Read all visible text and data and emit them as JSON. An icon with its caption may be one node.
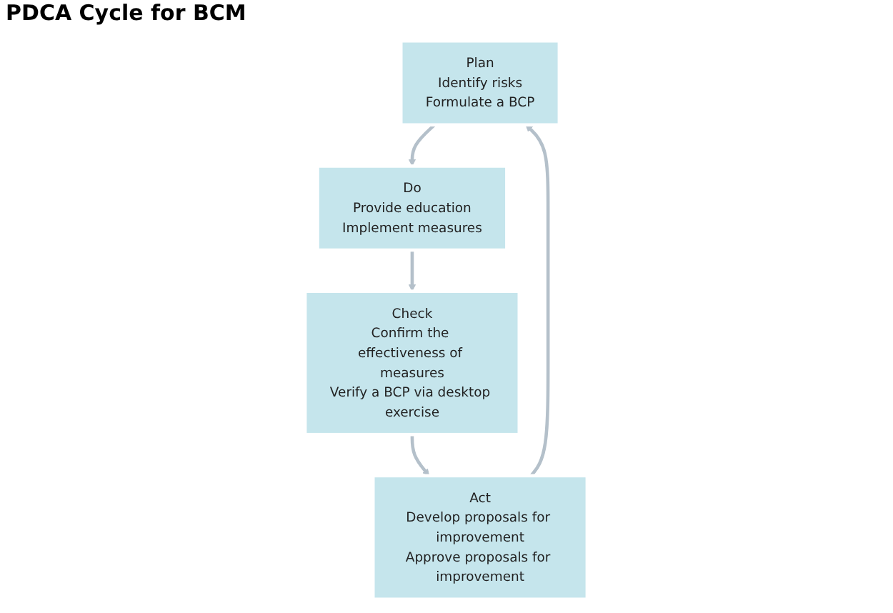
{
  "diagram": {
    "title": "PDCA Cycle for BCM",
    "nodes": [
      {
        "text": [
          "Plan",
          "Identify risks",
          "Formulate a BCP"
        ]
      },
      {
        "text": [
          "Act",
          "Develop proposals for improvement",
          "Approve proposals for improvement"
        ]
      },
      {
        "text": [
          "Do",
          "Provide education",
          "Implement measures"
        ]
      },
      {
        "text": [
          "Check",
          "Confirm the effectiveness of measures",
          "Verify a BCP via desktop exercise"
        ]
      }
    ],
    "edges": [
      {
        "from": 0,
        "to": 2,
        "arrow": "to"
      },
      {
        "from": 2,
        "to": 3,
        "arrow": "to"
      },
      {
        "from": 3,
        "to": 1,
        "arrow": "to"
      },
      {
        "from": 1,
        "to": 0,
        "arrow": "to"
      }
    ]
  }
}
